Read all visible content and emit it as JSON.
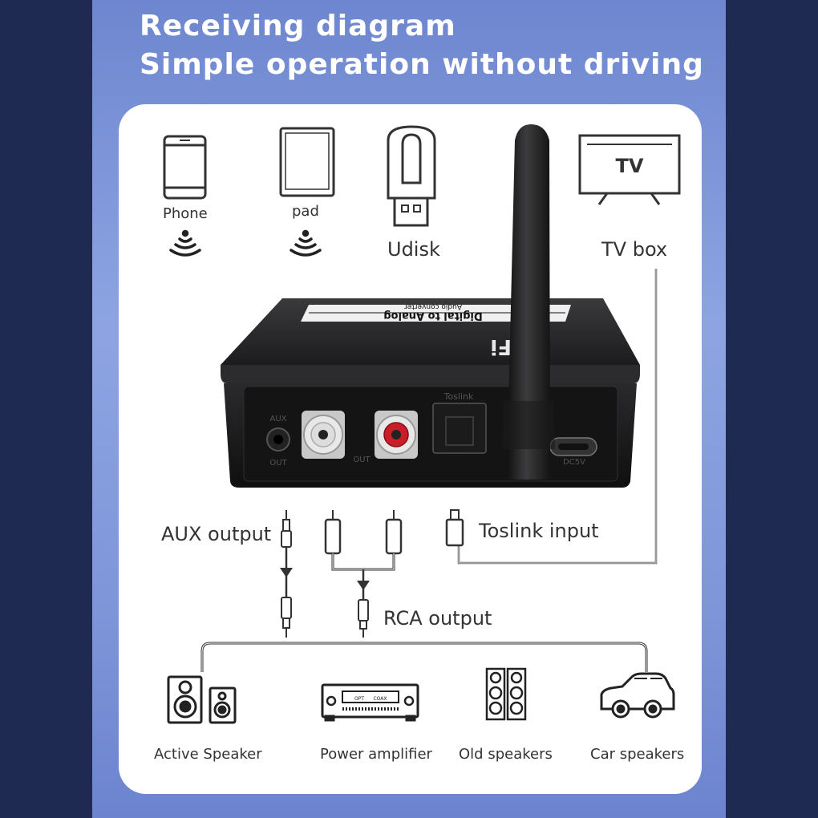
{
  "header": {
    "line1": "Receiving diagram",
    "line2": "Simple operation without driving"
  },
  "sources": {
    "phone": "Phone",
    "pad": "pad",
    "udisk": "Udisk",
    "tv_screen_text": "TV",
    "tv_box": "TV box"
  },
  "device": {
    "label_main": "Digital to Analog",
    "label_sub": "Audio converter",
    "brand": "HiFi",
    "ports": {
      "aux": "AUX",
      "out1": "OUT",
      "out2": "OUT",
      "toslink": "Toslink",
      "dc": "DC5V"
    }
  },
  "connections": {
    "aux_output": "AUX output",
    "toslink_input": "Toslink input",
    "rca_output": "RCA output"
  },
  "outputs": {
    "active_speaker": "Active Speaker",
    "power_amplifier": "Power amplifier",
    "old_speakers": "Old speakers",
    "car_speakers": "Car speakers",
    "amp_display": [
      "OPT",
      "COAX"
    ]
  }
}
